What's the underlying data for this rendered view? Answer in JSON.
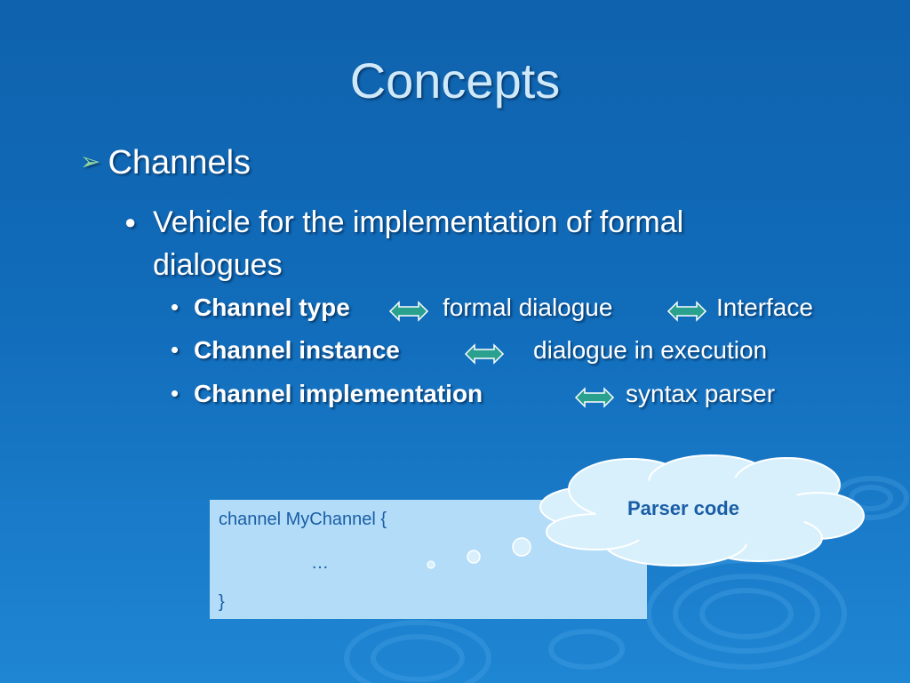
{
  "slide": {
    "title": "Concepts",
    "level1": {
      "marker_icon": "arrow-bullet-icon",
      "text": "Channels"
    },
    "level2": {
      "marker": "●",
      "text": "Vehicle for the implementation of formal dialogues"
    },
    "items": [
      {
        "marker": "•",
        "term": "Channel type",
        "mid": "formal dialogue",
        "end": "Interface"
      },
      {
        "marker": "•",
        "term": "Channel instance",
        "end": "dialogue in execution"
      },
      {
        "marker": "•",
        "term": "Channel implementation",
        "end": "syntax parser"
      }
    ],
    "code_lines": [
      "channel MyChannel {",
      "…",
      "}"
    ],
    "cloud_label": "Parser code",
    "colors": {
      "arrow_fill": "#2aa08f",
      "code_bg": "#b3dcf8",
      "code_text": "#1a5ea6"
    }
  }
}
